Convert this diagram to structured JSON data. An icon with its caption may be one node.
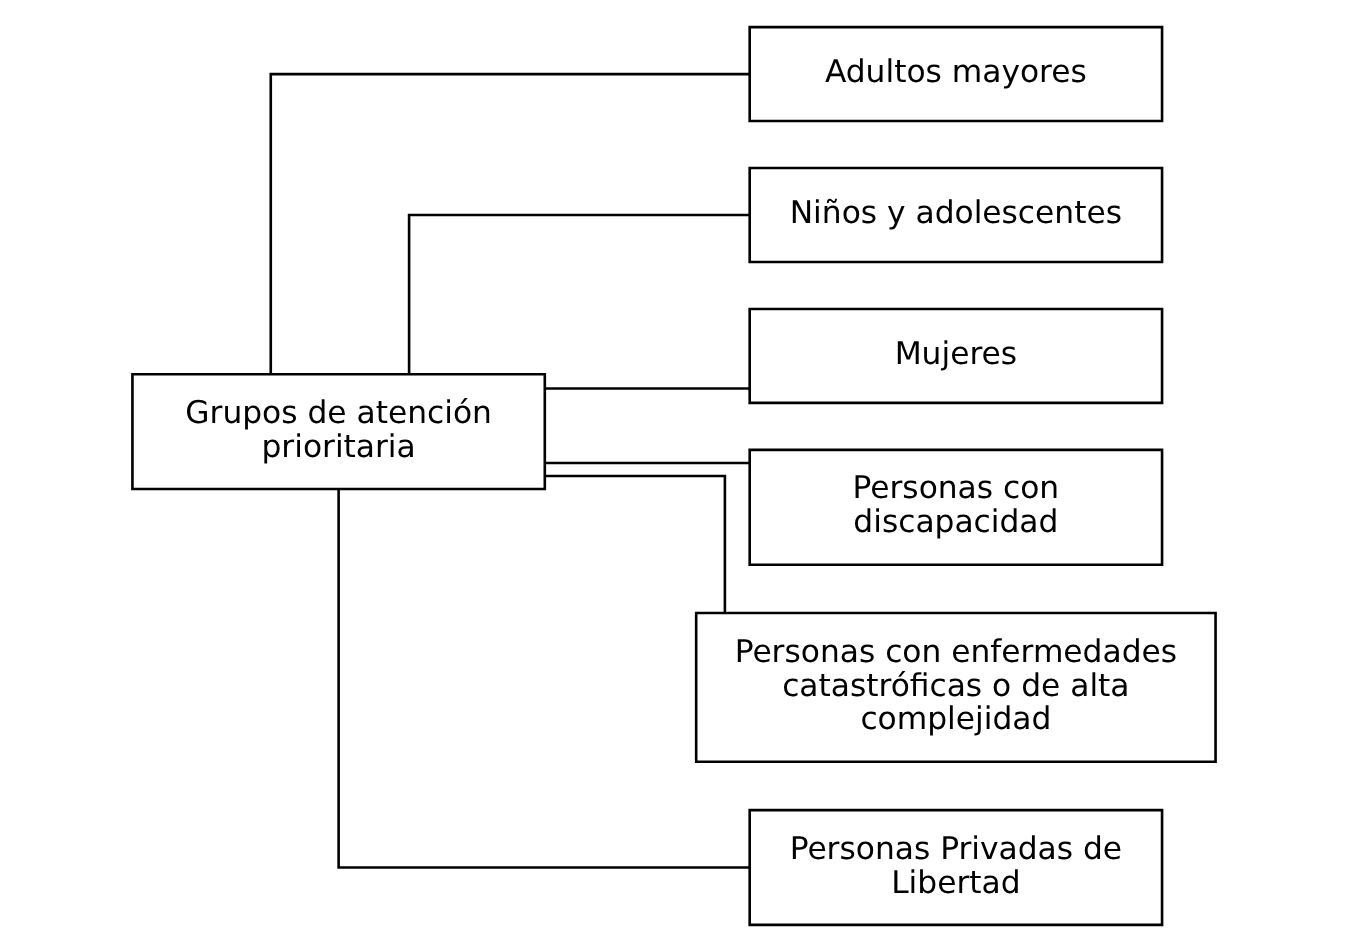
{
  "diagram": {
    "nodes": [
      {
        "text": [
          "Grupos de atención prioritaria"
        ]
      },
      {
        "text": [
          "Adultos mayores"
        ]
      },
      {
        "text": [
          "Niños y adolescentes"
        ]
      },
      {
        "text": [
          "Mujeres"
        ]
      },
      {
        "text": [
          "Personas con discapacidad"
        ]
      },
      {
        "text": [
          "Personas con enfermedades catastróficas o de alta complejidad"
        ]
      },
      {
        "text": [
          "Personas Privadas de Libertad"
        ]
      }
    ],
    "edges": [
      {
        "from": 0,
        "to": 1,
        "arrow": "none"
      },
      {
        "from": 0,
        "to": 2,
        "arrow": "none"
      },
      {
        "from": 0,
        "to": 3,
        "arrow": "none"
      },
      {
        "from": 0,
        "to": 4,
        "arrow": "none"
      },
      {
        "from": 0,
        "to": 5,
        "arrow": "none"
      },
      {
        "from": 0,
        "to": 6,
        "arrow": "none"
      }
    ]
  }
}
